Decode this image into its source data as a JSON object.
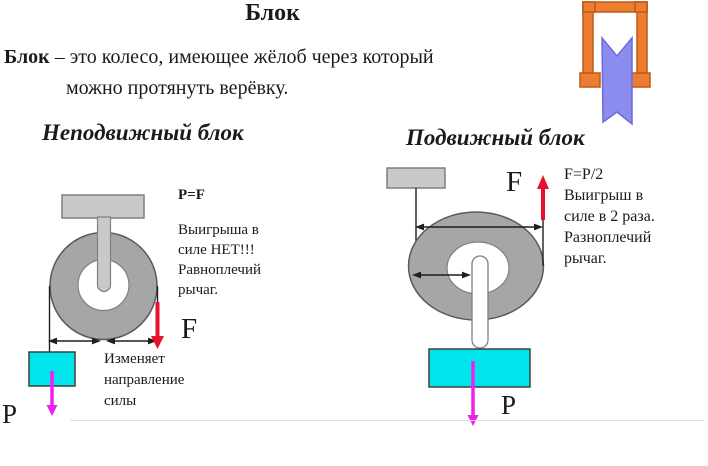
{
  "slide": {
    "title": "Блок",
    "definition": {
      "term": "Блок",
      "body": " – это колесо, имеющее жёлоб через который",
      "line2": "можно протянуть верёвку."
    }
  },
  "fixed_pulley": {
    "heading": "Неподвижный блок",
    "formula": "P=F",
    "note": "Выигрыша в\nсиле НЕТ!!!\nРавноплечий\nрычаг.",
    "force_label": "F",
    "direction_note": "Изменяет\nнаправление\nсилы",
    "weight_label": "P"
  },
  "movable_pulley": {
    "heading": "Подвижный блок",
    "formula_note": "F=P/2\nВыигрыш в\nсиле в 2 раза.\nРазноплечий\nрычаг.",
    "force_label": "F",
    "weight_label": "P"
  },
  "colors": {
    "wheel_fill": "#A6A6A6",
    "wheel_stroke": "#5A5A5A",
    "hub_stroke": "#808080",
    "mount_fill": "#C9C9C9",
    "mount_stroke": "#7F7F7F",
    "load_fill": "#00E5EC",
    "load_stroke": "#3F3F3F",
    "force_arrow": "#E8112D",
    "weight_arrow": "#EE22EE",
    "line": "#1F1F1F",
    "frame_fill": "#ED7D31",
    "frame_stroke": "#BC5A17",
    "rope_fill": "#8C8CEE",
    "rope_stroke": "#6C6CD8"
  }
}
